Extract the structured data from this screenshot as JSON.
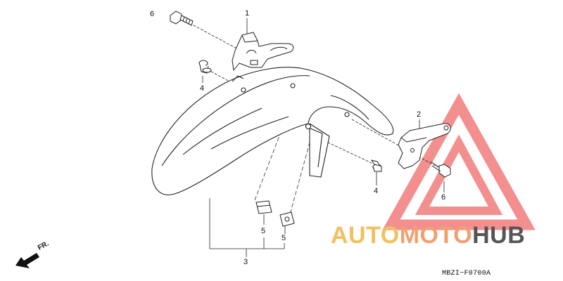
{
  "diagram": {
    "callouts": {
      "part_1": "1",
      "part_2": "2",
      "part_3": "3",
      "part_4_left": "4",
      "part_4_right": "4",
      "part_5_left": "5",
      "part_5_right": "5",
      "part_6_left": "6",
      "part_6_right": "6"
    },
    "direction_label": "FR.",
    "diagram_code": "MBZI−F0700A"
  },
  "watermark": {
    "part_a": "AUTO",
    "part_b": "MOTO",
    "part_c": "HUB",
    "colors": {
      "auto": "#f2c060",
      "moto": "#f0a070",
      "hub": "#555555",
      "triangle": "#f06a6a"
    }
  }
}
